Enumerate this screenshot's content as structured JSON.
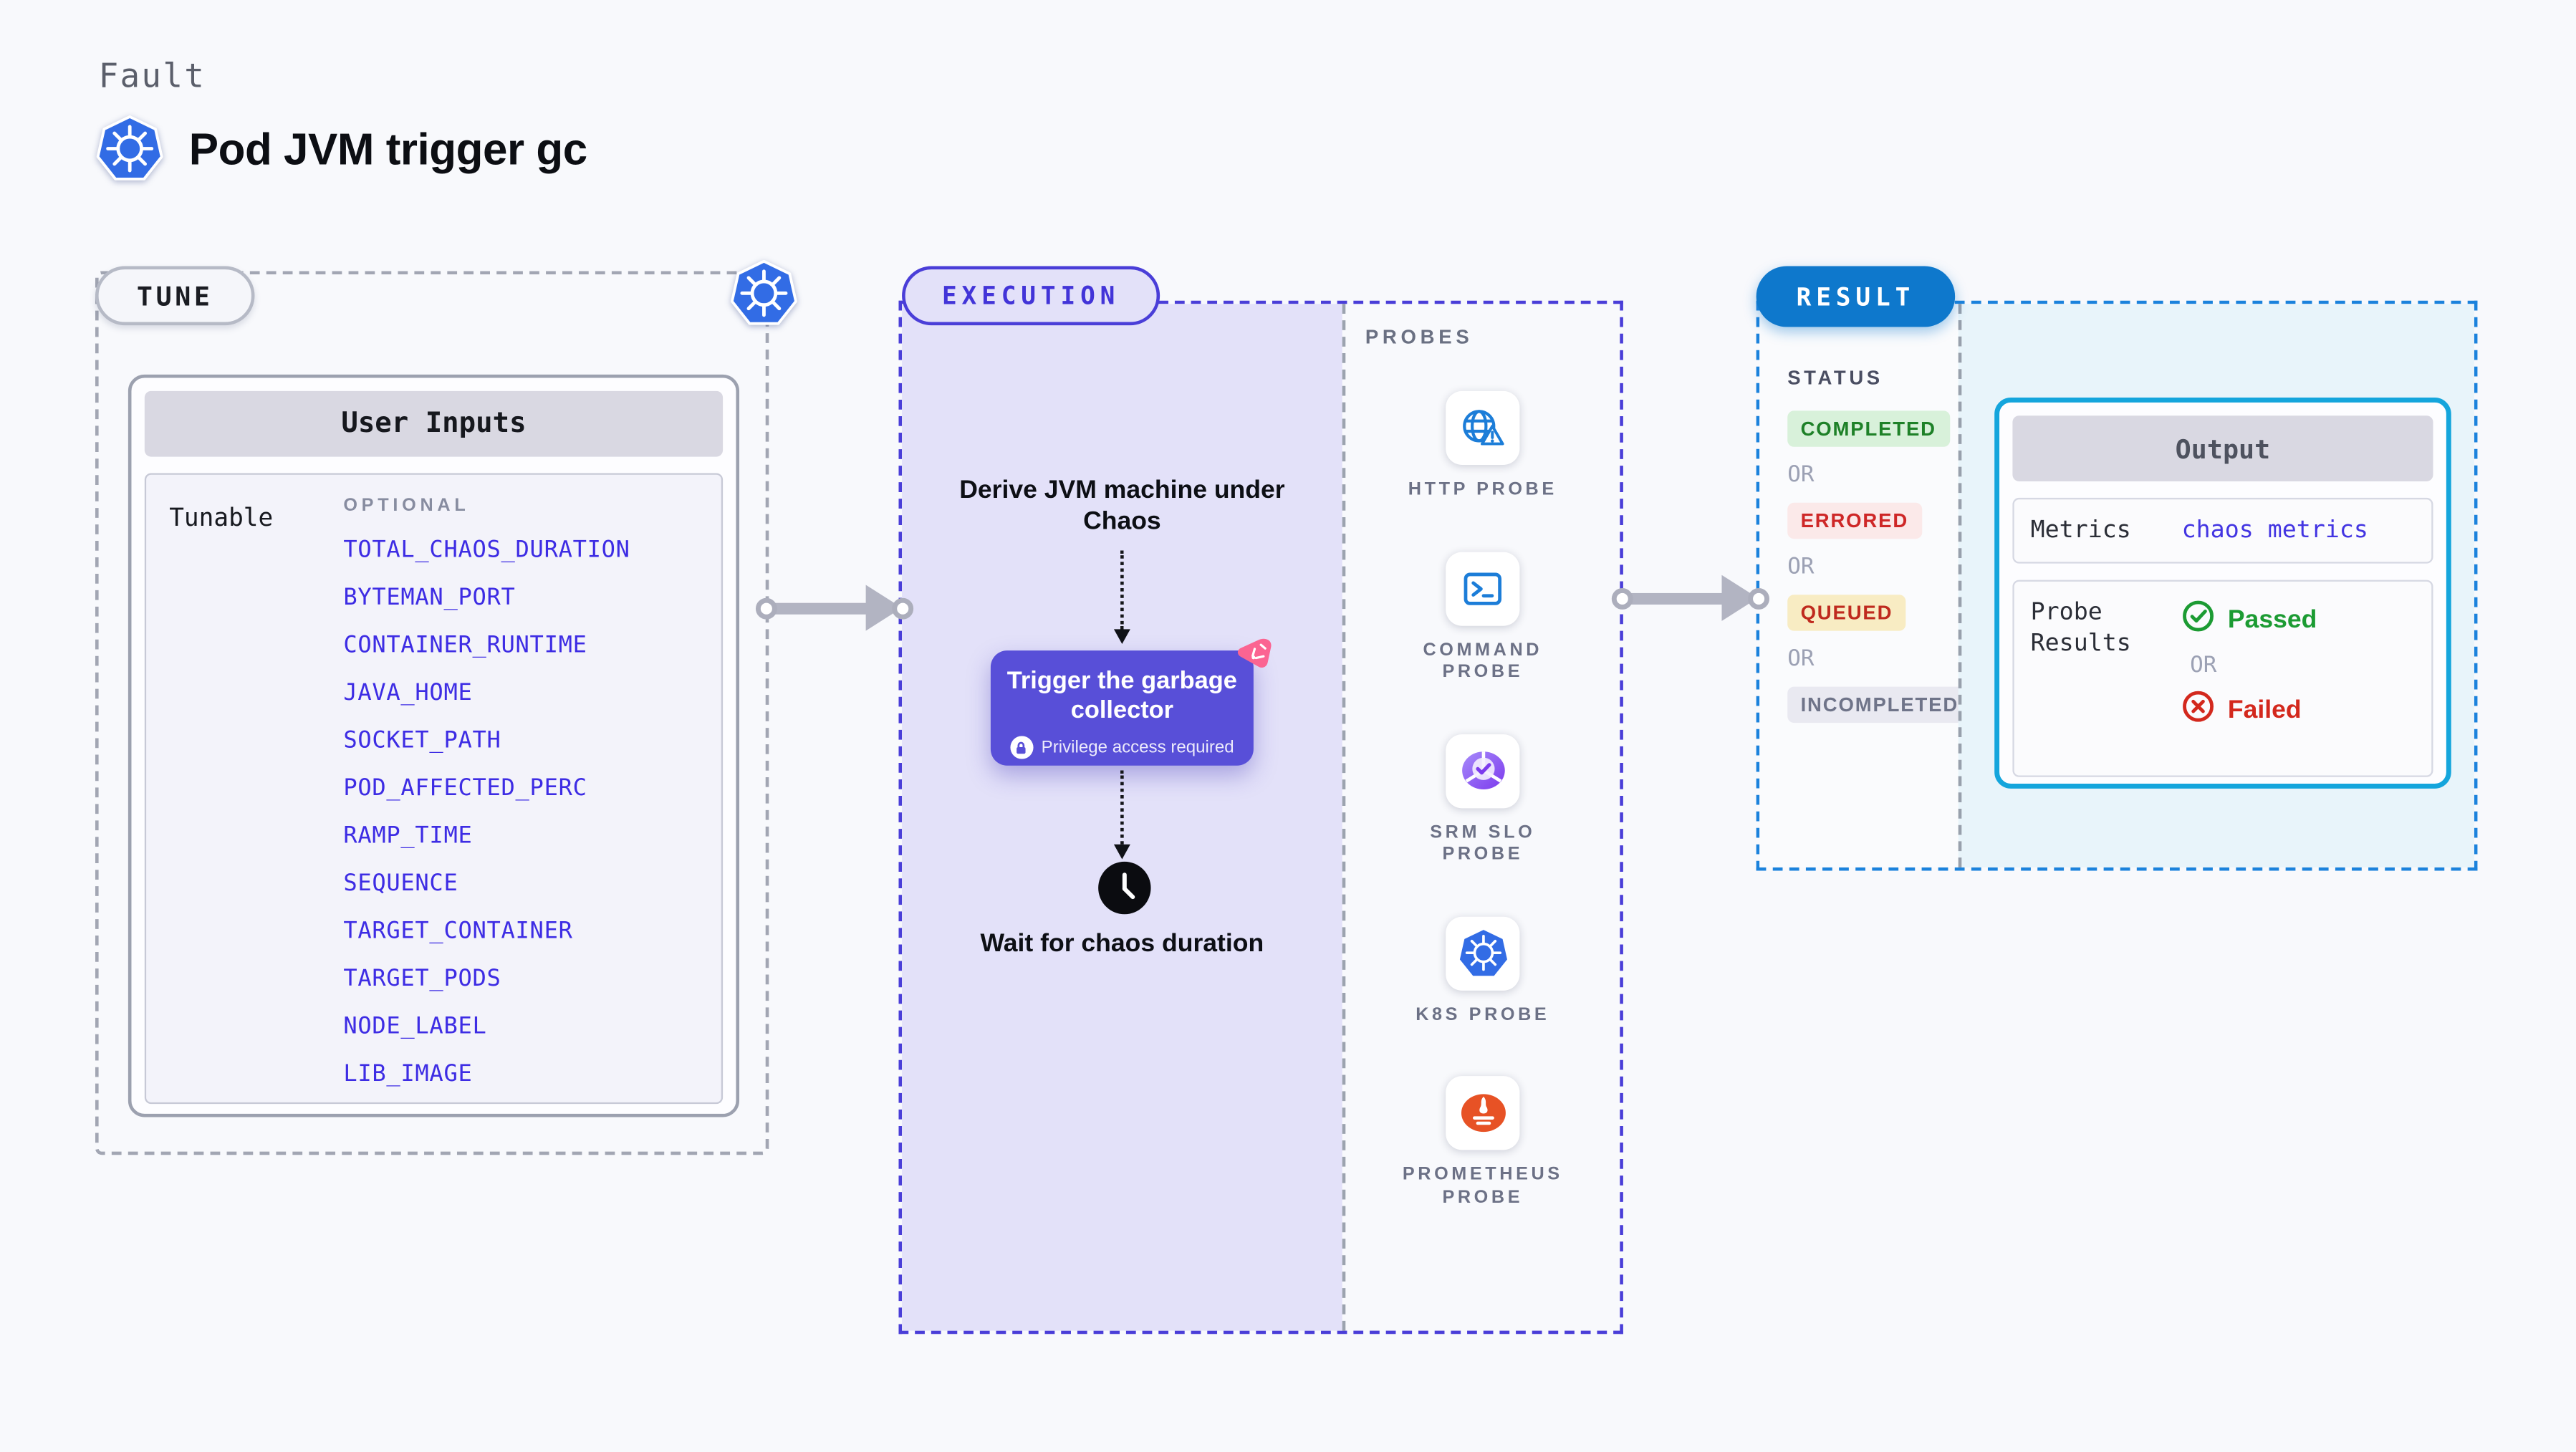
{
  "page": {
    "eyebrow": "Fault",
    "title": "Pod JVM trigger gc"
  },
  "colors": {
    "background": "#F8F9FC",
    "accent_indigo": "#4A3ED8",
    "accent_blue": "#0E78CC",
    "accent_cyan": "#14A5DC",
    "variable_blue": "#3D2CE4",
    "k8s_blue": "#326CE5",
    "probe_icon_blue": "#1C7DD8",
    "prometheus_orange": "#E75225",
    "srm_purple": "#7C3AED",
    "litmus_pink": "#FB6492",
    "action_button": "#584FD8",
    "status_completed": "#1E8128",
    "status_errored": "#CE2727",
    "status_queued": "#BF2A1E",
    "status_incompleted": "#6F7489",
    "passed_green": "#1C9B33",
    "failed_red": "#D3281D"
  },
  "tune": {
    "badge": "TUNE",
    "card_title": "User Inputs",
    "row_label": "Tunable",
    "optional_label": "OPTIONAL",
    "variables": [
      "TOTAL_CHAOS_DURATION",
      "BYTEMAN_PORT",
      "CONTAINER_RUNTIME",
      "JAVA_HOME",
      "SOCKET_PATH",
      "POD_AFFECTED_PERC",
      "RAMP_TIME",
      "SEQUENCE",
      "TARGET_CONTAINER",
      "TARGET_PODS",
      "NODE_LABEL",
      "LIB_IMAGE"
    ]
  },
  "execution": {
    "badge": "EXECUTION",
    "derive_text": "Derive JVM machine under Chaos",
    "action_title": "Trigger the garbage collector",
    "action_note": "Privilege access required",
    "wait_text": "Wait for chaos duration"
  },
  "probes": {
    "label": "PROBES",
    "items": [
      {
        "caption": "HTTP PROBE"
      },
      {
        "caption": "COMMAND PROBE"
      },
      {
        "caption": "SRM SLO PROBE"
      },
      {
        "caption": "K8S PROBE"
      },
      {
        "caption": "PROMETHEUS PROBE"
      }
    ]
  },
  "result": {
    "badge": "RESULT",
    "status_label": "STATUS",
    "or_label": "OR",
    "statuses": [
      "COMPLETED",
      "ERRORED",
      "QUEUED",
      "INCOMPLETED"
    ],
    "output": {
      "title": "Output",
      "metrics_label": "Metrics",
      "metrics_value": "chaos metrics",
      "probe_results_label": "Probe Results",
      "passed": "Passed",
      "failed": "Failed"
    }
  }
}
